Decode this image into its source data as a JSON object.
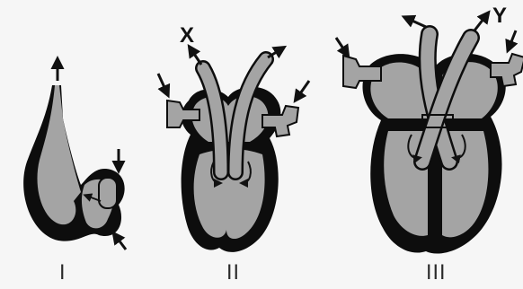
{
  "panels": [
    {
      "label": "I"
    },
    {
      "label": "II"
    },
    {
      "label": "III"
    }
  ],
  "vessel_labels": {
    "x": "X",
    "y": "Y"
  },
  "colors": {
    "wall": "#0d0d0d",
    "chamber": "#a4a4a4",
    "background": "#f6f6f6"
  }
}
